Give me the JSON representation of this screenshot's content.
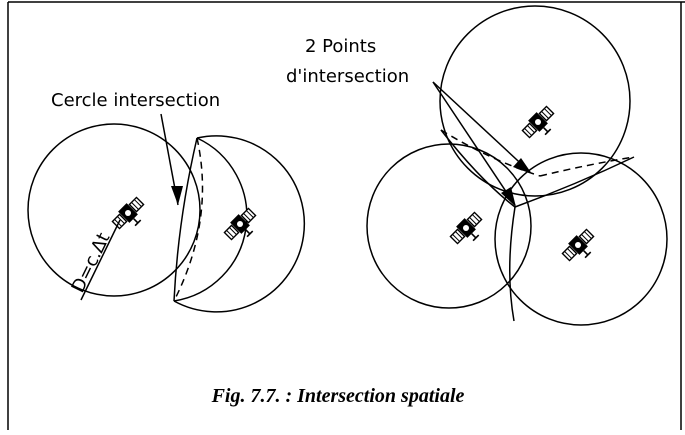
{
  "left_diagram": {
    "label_cercle": "Cercle intersection",
    "label_distance": "D=c.Δt"
  },
  "right_diagram": {
    "label_points_line1": "2 Points",
    "label_points_line2": "d'intersection"
  },
  "caption": "Fig. 7.7. : Intersection spatiale",
  "icons": [
    "satellite-icon",
    "satellite-icon",
    "satellite-icon",
    "satellite-icon",
    "satellite-icon"
  ]
}
